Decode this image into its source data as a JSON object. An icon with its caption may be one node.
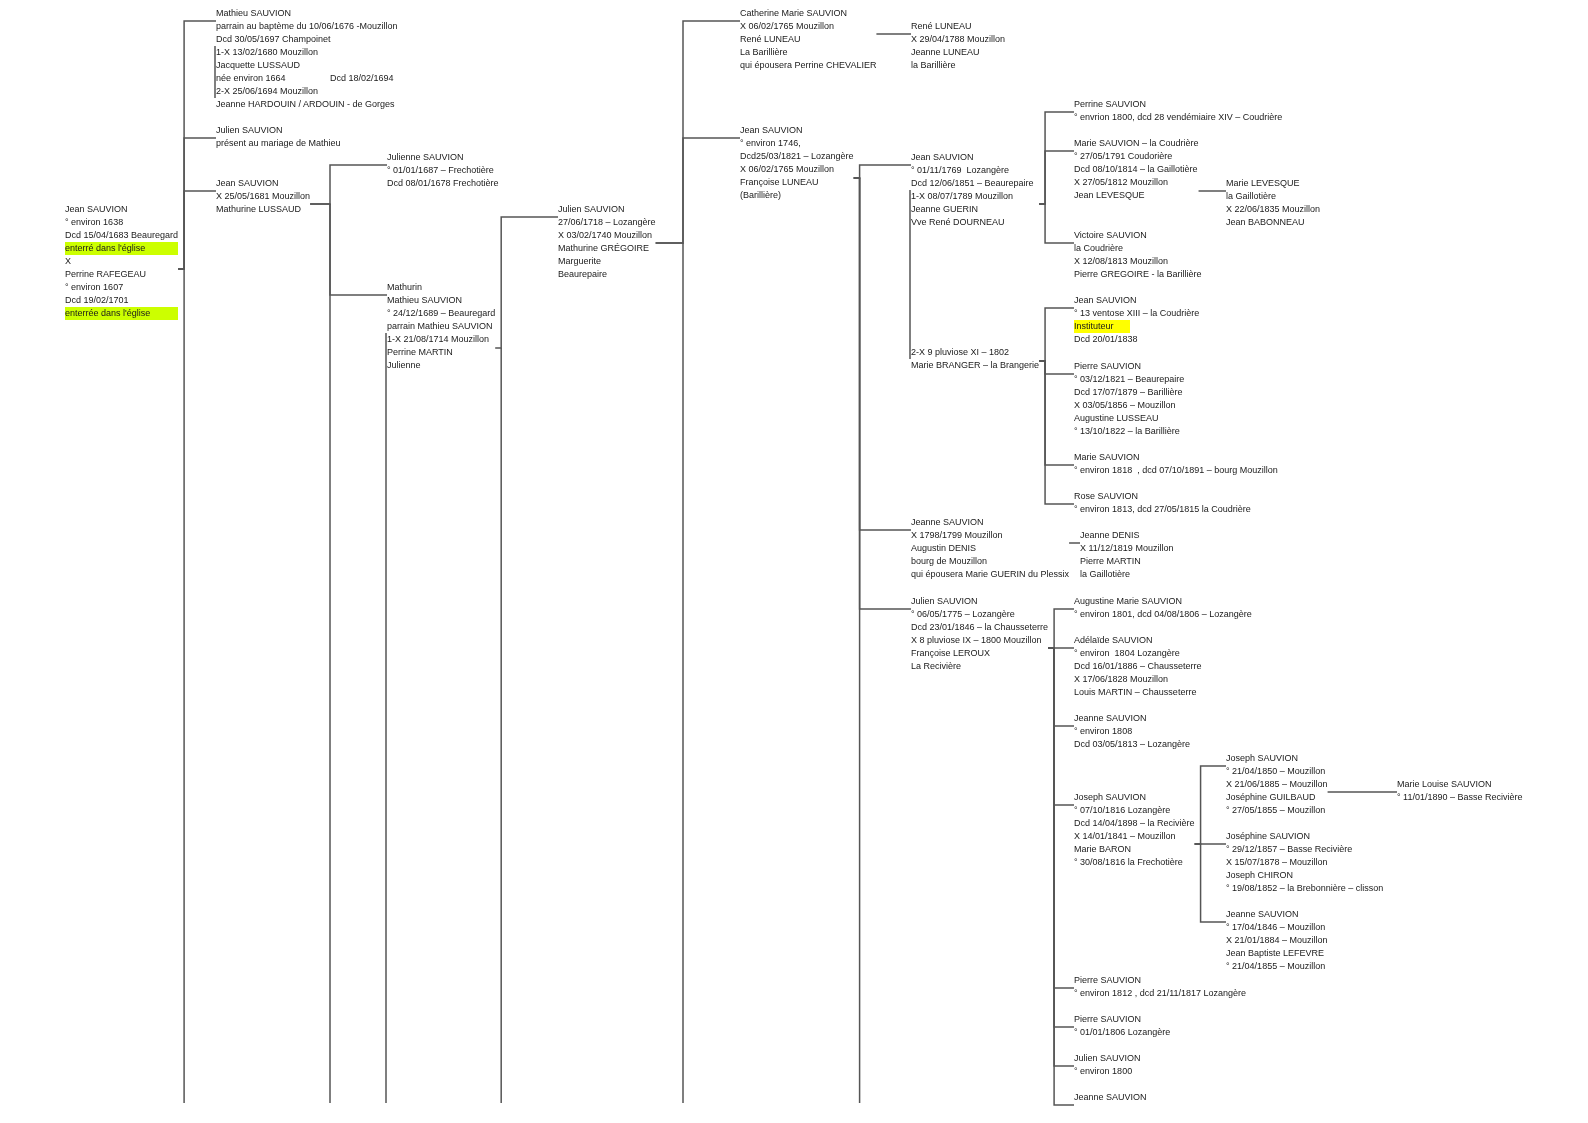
{
  "diagram": {
    "nodes": [
      {
        "text": [
          "Jean SAUVION",
          "° environ 1638",
          "Dcd 15/04/1683 Beauregard",
          "enterré dans l'église",
          "X",
          "Perrine RAFEGEAU",
          "° environ 1607",
          "Dcd 19/02/1701",
          "enterrée dans l'église"
        ]
      },
      {
        "text": [
          "Mathieu SAUVION",
          "parrain au baptème du 10/06/1676 -Mouzillon",
          "Dcd 30/05/1697 Champoinet",
          "1-X 13/02/1680 Mouzillon",
          "Jacquette LUSSAUD",
          "née environ 1664",
          "Dcd 18/02/1694",
          "2-X 25/06/1694 Mouzillon",
          "Jeanne HARDOUIN / ARDOUIN - de Gorges"
        ]
      },
      {
        "text": [
          "Julien SAUVION",
          "présent au mariage de Mathieu"
        ]
      },
      {
        "text": [
          "Jean SAUVION",
          "X 25/05/1681 Mouzillon",
          "Mathurine LUSSAUD"
        ]
      },
      {
        "text": [
          "Julienne SAUVION",
          "° 01/01/1687 – Frechotière",
          "Dcd 08/01/1678 Frechotière"
        ]
      },
      {
        "text": [
          "Mathurin",
          "Mathieu SAUVION",
          "° 24/12/1689 – Beauregard",
          "parrain Mathieu SAUVION",
          "1-X 21/08/1714 Mouzillon",
          "Perrine MARTIN",
          "Julienne"
        ]
      },
      {
        "text": [
          "Julien SAUVION",
          "27/06/1718 – Lozangère",
          "X 03/02/1740 Mouzillon",
          "Mathurine GRÉGOIRE",
          "Marguerite",
          "Beaurepaire"
        ]
      },
      {
        "text": [
          "Catherine Marie SAUVION",
          "X 06/02/1765 Mouzillon",
          "René LUNEAU",
          "La Barillière",
          "qui épousera Perrine CHEVALIER"
        ]
      },
      {
        "text": [
          "René LUNEAU",
          "X 29/04/1788 Mouzillon",
          "Jeanne LUNEAU",
          "la Barillière"
        ]
      },
      {
        "text": [
          "Jean SAUVION",
          "° environ 1746,",
          "Dcd25/03/1821 – Lozangère",
          "X 06/02/1765 Mouzillon",
          "Françoise LUNEAU",
          "(Barillière)"
        ]
      },
      {
        "text": [
          "Jean SAUVION",
          "° 01/11/1769  Lozangère",
          "Dcd 12/06/1851 – Beaurepaire",
          "1-X 08/07/1789 Mouzillon",
          "Jeanne GUERIN",
          "Vve René DOURNEAU",
          "2-X 9 pluviose XI – 1802",
          "Marie BRANGER – la Brangerie"
        ]
      },
      {
        "text": [
          "Perrine SAUVION",
          "° envrion 1800, dcd 28 vendémiaire XIV – Coudrière"
        ]
      },
      {
        "text": [
          "Marie SAUVION – la Coudrière",
          "° 27/05/1791 Coudorière",
          "Dcd 08/10/1814 – la Gaillotière",
          "X 27/05/1812 Mouzillon",
          "Jean LEVESQUE"
        ]
      },
      {
        "text": [
          "Marie LEVESQUE",
          "la Gaillotière",
          "X 22/06/1835 Mouzillon",
          "Jean BABONNEAU"
        ]
      },
      {
        "text": [
          "Victoire SAUVION",
          "la Coudrière",
          "X 12/08/1813 Mouzillon",
          "Pierre GREGOIRE - la Barillière"
        ]
      },
      {
        "text": [
          "Jean SAUVION",
          "° 13 ventose XIII – la Coudrière",
          "Instituteur",
          "Dcd 20/01/1838"
        ]
      },
      {
        "text": [
          "Pierre SAUVION",
          "° 03/12/1821 – Beaurepaire",
          "Dcd 17/07/1879 – Barillière",
          "X 03/05/1856 – Mouzillon",
          "Augustine LUSSEAU",
          "° 13/10/1822 – la Barillière"
        ]
      },
      {
        "text": [
          "Marie SAUVION",
          "° environ 1818  , dcd 07/10/1891 – bourg Mouzillon"
        ]
      },
      {
        "text": [
          "Rose SAUVION",
          "° environ 1813, dcd 27/05/1815 la Coudrière"
        ]
      },
      {
        "text": [
          "Jeanne SAUVION",
          "X 1798/1799 Mouzillon",
          "Augustin DENIS",
          "bourg de Mouzillon",
          "qui épousera Marie GUERIN du Plessix"
        ]
      },
      {
        "text": [
          "Jeanne DENIS",
          "X 11/12/1819 Mouzillon",
          "Pierre MARTIN",
          "la Gaillotière"
        ]
      },
      {
        "text": [
          "Julien SAUVION",
          "° 06/05/1775 – Lozangère",
          "Dcd 23/01/1846 – la Chausseterre",
          "X 8 pluviose IX – 1800 Mouzillon",
          "Françoise LEROUX",
          "La Recivière"
        ]
      },
      {
        "text": [
          "Augustine Marie SAUVION",
          "° environ 1801, dcd 04/08/1806 – Lozangère"
        ]
      },
      {
        "text": [
          "Adélaïde SAUVION",
          "° environ  1804 Lozangère",
          "Dcd 16/01/1886 – Chausseterre",
          "X 17/06/1828 Mouzillon",
          "Louis MARTIN – Chausseterre"
        ]
      },
      {
        "text": [
          "Jeanne SAUVION",
          "° environ 1808",
          "Dcd 03/05/1813 – Lozangère"
        ]
      },
      {
        "text": [
          "Joseph SAUVION",
          "° 07/10/1816 Lozangère",
          "Dcd 14/04/1898 – la Recivière",
          "X 14/01/1841 – Mouzillon",
          "Marie BARON",
          "° 30/08/1816 la Frechotière"
        ]
      },
      {
        "text": [
          "Joseph SAUVION",
          "° 21/04/1850 – Mouzillon",
          "X 21/06/1885 – Mouzillon",
          "Joséphine GUILBAUD",
          "° 27/05/1855 – Mouzillon"
        ]
      },
      {
        "text": [
          "Marie Louise SAUVION",
          "° 11/01/1890 – Basse Recivière"
        ]
      },
      {
        "text": [
          "Joséphine SAUVION",
          "° 29/12/1857 – Basse Recivière",
          "X 15/07/1878 – Mouzillon",
          "Joseph CHIRON",
          "° 19/08/1852 – la Brebonnière – clisson"
        ]
      },
      {
        "text": [
          "Jeanne SAUVION",
          "° 17/04/1846 – Mouzillon",
          "X 21/01/1884 – Mouzillon",
          "Jean Baptiste LEFEVRE",
          "° 21/04/1855 – Mouzillon"
        ]
      },
      {
        "text": [
          "Pierre SAUVION",
          "° environ 1812 , dcd 21/11/1817 Lozangère"
        ]
      },
      {
        "text": [
          "Pierre SAUVION",
          "° 01/01/1806 Lozangère"
        ]
      },
      {
        "text": [
          "Julien SAUVION",
          "° environ 1800"
        ]
      },
      {
        "text": [
          "Jeanne SAUVION"
        ]
      }
    ],
    "edges": [
      {
        "from": 0,
        "to": 1,
        "arrow": "none"
      },
      {
        "from": 0,
        "to": 2,
        "arrow": "none"
      },
      {
        "from": 0,
        "to": 3,
        "arrow": "none"
      },
      {
        "from": 3,
        "to": 4,
        "arrow": "none"
      },
      {
        "from": 3,
        "to": 5,
        "arrow": "none"
      },
      {
        "from": 5,
        "to": 6,
        "arrow": "none"
      },
      {
        "from": 6,
        "to": 7,
        "arrow": "none"
      },
      {
        "from": 6,
        "to": 9,
        "arrow": "none"
      },
      {
        "from": 7,
        "to": 8,
        "arrow": "none"
      },
      {
        "from": 9,
        "to": 10,
        "arrow": "none"
      },
      {
        "from": 9,
        "to": 19,
        "arrow": "none"
      },
      {
        "from": 9,
        "to": 21,
        "arrow": "none"
      },
      {
        "from": 10,
        "to": 11,
        "arrow": "none"
      },
      {
        "from": 10,
        "to": 12,
        "arrow": "none"
      },
      {
        "from": 10,
        "to": 14,
        "arrow": "none"
      },
      {
        "from": 12,
        "to": 13,
        "arrow": "none"
      },
      {
        "from": 10,
        "to": 15,
        "arrow": "none"
      },
      {
        "from": 10,
        "to": 16,
        "arrow": "none"
      },
      {
        "from": 10,
        "to": 17,
        "arrow": "none"
      },
      {
        "from": 10,
        "to": 18,
        "arrow": "none"
      },
      {
        "from": 19,
        "to": 20,
        "arrow": "none"
      },
      {
        "from": 21,
        "to": 22,
        "arrow": "none"
      },
      {
        "from": 21,
        "to": 23,
        "arrow": "none"
      },
      {
        "from": 21,
        "to": 24,
        "arrow": "none"
      },
      {
        "from": 21,
        "to": 25,
        "arrow": "none"
      },
      {
        "from": 21,
        "to": 30,
        "arrow": "none"
      },
      {
        "from": 21,
        "to": 31,
        "arrow": "none"
      },
      {
        "from": 21,
        "to": 32,
        "arrow": "none"
      },
      {
        "from": 21,
        "to": 33,
        "arrow": "none"
      },
      {
        "from": 25,
        "to": 26,
        "arrow": "none"
      },
      {
        "from": 25,
        "to": 28,
        "arrow": "none"
      },
      {
        "from": 25,
        "to": 29,
        "arrow": "none"
      },
      {
        "from": 26,
        "to": 27,
        "arrow": "none"
      }
    ]
  }
}
